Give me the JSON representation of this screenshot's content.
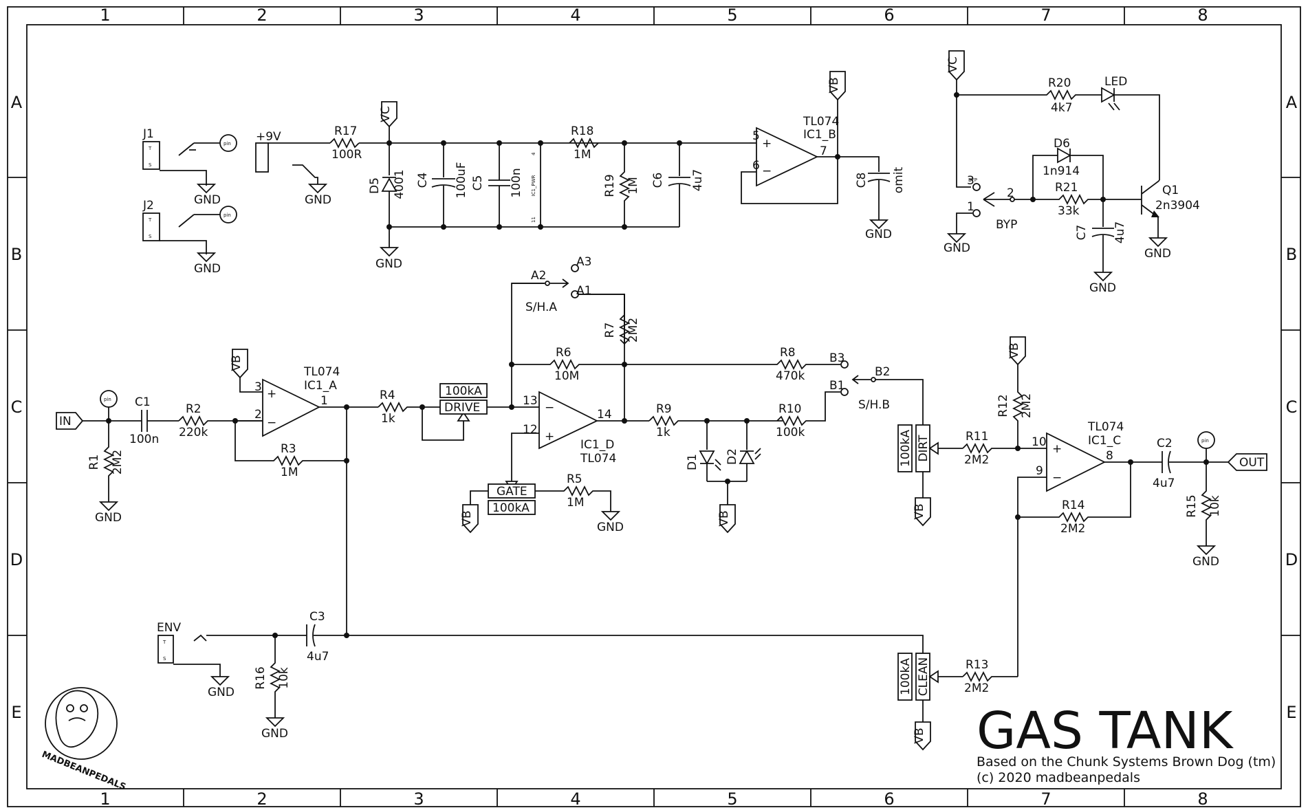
{
  "frame": {
    "columns": [
      "1",
      "2",
      "3",
      "4",
      "5",
      "6",
      "7",
      "8"
    ],
    "rows": [
      "A",
      "B",
      "C",
      "D",
      "E"
    ]
  },
  "title_block": {
    "title": "GAS TANK",
    "line1": "Based on the Chunk Systems Brown Dog (tm)",
    "line2": "(c) 2020 madbeanpedals"
  },
  "logo": {
    "text": "MADBEANPEDALS"
  },
  "ports": {
    "in": "IN",
    "out": "OUT",
    "vc": "VC",
    "vb": "VB"
  },
  "net": {
    "plus9v": "+9V",
    "gnd": "GND",
    "pin": "pin"
  },
  "jacks": {
    "j1": "J1",
    "j2": "J2",
    "env": "ENV",
    "tip": "T",
    "sleeve": "S",
    "dc_pol": "CENTER IS NEGATIVE"
  },
  "ics": {
    "a_type": "TL074",
    "a_name": "IC1_A",
    "b_type": "TL074",
    "b_name": "IC1_B",
    "c_type": "TL074",
    "c_name": "IC1_C",
    "d_name": "IC1_D",
    "d_type": "TL074",
    "pwr": "IC1_PWR"
  },
  "pins": {
    "p1": "1",
    "p2": "2",
    "p3": "3",
    "p4": "4",
    "p5": "5",
    "p6": "6",
    "p7": "7",
    "p8": "8",
    "p9": "9",
    "p10": "10",
    "p11": "11",
    "p12": "12",
    "p13": "13",
    "p14": "14",
    "plus": "+",
    "minus": "−"
  },
  "resistors": {
    "r1": "R1",
    "r1v": "2M2",
    "r2": "R2",
    "r2v": "220k",
    "r3": "R3",
    "r3v": "1M",
    "r4": "R4",
    "r4v": "1k",
    "r5": "R5",
    "r5v": "1M",
    "r6": "R6",
    "r6v": "10M",
    "r7": "R7",
    "r7v": "2M2",
    "r8": "R8",
    "r8v": "470k",
    "r9": "R9",
    "r9v": "1k",
    "r10": "R10",
    "r10v": "100k",
    "r11": "R11",
    "r11v": "2M2",
    "r12": "R12",
    "r12v": "2M2",
    "r13": "R13",
    "r13v": "2M2",
    "r14": "R14",
    "r14v": "2M2",
    "r15": "R15",
    "r15v": "10k",
    "r16": "R16",
    "r16v": "10k",
    "r17": "R17",
    "r17v": "100R",
    "r18": "R18",
    "r18v": "1M",
    "r19": "R19",
    "r19v": "1M",
    "r20": "R20",
    "r20v": "4k7",
    "r21": "R21",
    "r21v": "33k"
  },
  "capacitors": {
    "c1": "C1",
    "c1v": "100n",
    "c2": "C2",
    "c2v": "4u7",
    "c3": "C3",
    "c3v": "4u7",
    "c4": "C4",
    "c4v": "100uF",
    "c5": "C5",
    "c5v": "100n",
    "c6": "C6",
    "c6v": "4u7",
    "c7": "C7",
    "c7v": "4u7",
    "c8": "C8",
    "c8v": "omit"
  },
  "semis": {
    "d1": "D1",
    "d2": "D2",
    "d5": "D5",
    "d5v": "4001",
    "d6": "D6",
    "d6v": "1n914",
    "led": "LED",
    "q1": "Q1",
    "q1v": "2n3904"
  },
  "pots": {
    "drive": "DRIVE",
    "drive_v": "100kA",
    "gate": "GATE",
    "gate_v": "100kA",
    "dirt": "DIRT",
    "dirt_v": "100kA",
    "clean": "CLEAN",
    "clean_v": "100kA"
  },
  "switches": {
    "sha": "S/H.A",
    "shb": "S/H.B",
    "byp": "BYP",
    "a1": "A1",
    "a2": "A2",
    "a3": "A3",
    "b1": "B1",
    "b2": "B2",
    "b3": "B3"
  }
}
